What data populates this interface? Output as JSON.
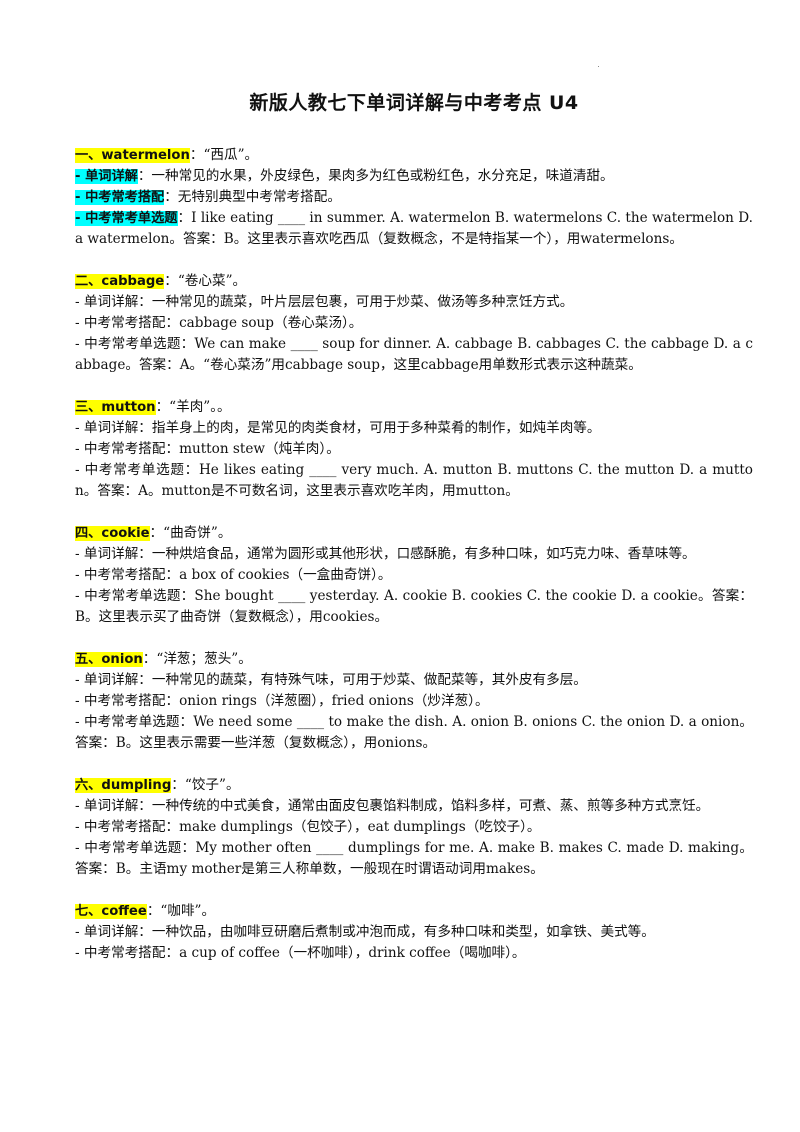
{
  "title": "新版人教七下单词详解与中考考点 U4",
  "entries": [
    {
      "head": "一、watermelon",
      "meaning": "：“西瓜”。",
      "lines": [
        {
          "label": "- 单词详解",
          "text": "：一种常见的水果，外皮绿色，果肉多为红色或粉红色，水分充足，味道清甜。"
        },
        {
          "label": "- 中考常考搭配",
          "text": "：无特别典型中考常考搭配。"
        },
        {
          "label": "- 中考常考单选题",
          "text": "：I like eating ____ in summer. A. watermelon  B. watermelons  C. the watermelon  D. a watermelon。答案：B。这里表示喜欢吃西瓜（复数概念，不是特指某一个），用watermelons。"
        }
      ]
    },
    {
      "head": "二、cabbage",
      "meaning": "：“卷心菜”。",
      "lines": [
        {
          "label": "",
          "text": "- 单词详解：一种常见的蔬菜，叶片层层包裹，可用于炒菜、做汤等多种烹饪方式。"
        },
        {
          "label": "",
          "text": "- 中考常考搭配：cabbage soup（卷心菜汤）。"
        },
        {
          "label": "",
          "text": "- 中考常考单选题：We can make ____ soup for dinner. A. cabbage  B. cabbages  C. the cabbage  D. a cabbage。答案：A。“卷心菜汤”用cabbage soup，这里cabbage用单数形式表示这种蔬菜。"
        }
      ]
    },
    {
      "head": "三、mutton",
      "meaning": "：“羊肉”。。",
      "lines": [
        {
          "label": "",
          "text": "- 单词详解：指羊身上的肉，是常见的肉类食材，可用于多种菜肴的制作，如炖羊肉等。"
        },
        {
          "label": "",
          "text": "- 中考常考搭配：mutton stew（炖羊肉）。"
        },
        {
          "label": "",
          "text": "- 中考常考单选题：He likes eating ____ very much. A. mutton  B. muttons  C. the mutton  D. a mutton。答案：A。mutton是不可数名词，这里表示喜欢吃羊肉，用mutton。"
        }
      ]
    },
    {
      "head": "四、cookie",
      "meaning": "：“曲奇饼”。",
      "lines": [
        {
          "label": "",
          "text": "- 单词详解：一种烘焙食品，通常为圆形或其他形状，口感酥脆，有多种口味，如巧克力味、香草味等。"
        },
        {
          "label": "",
          "text": "- 中考常考搭配：a box of cookies（一盒曲奇饼）。"
        },
        {
          "label": "",
          "text": "- 中考常考单选题：She bought ____ yesterday. A. cookie  B. cookies  C. the cookie  D. a cookie。答案：B。这里表示买了曲奇饼（复数概念），用cookies。"
        }
      ]
    },
    {
      "head": "五、onion",
      "meaning": "：“洋葱；葱头”。",
      "lines": [
        {
          "label": "",
          "text": "- 单词详解：一种常见的蔬菜，有特殊气味，可用于炒菜、做配菜等，其外皮有多层。"
        },
        {
          "label": "",
          "text": "- 中考常考搭配：onion rings（洋葱圈），fried onions（炒洋葱）。"
        },
        {
          "label": "",
          "text": "- 中考常考单选题：We need some ____ to make the dish. A. onion  B. onions  C. the onion  D. a onion。答案：B。这里表示需要一些洋葱（复数概念），用onions。"
        }
      ]
    },
    {
      "head": "六、dumpling",
      "meaning": "：“饺子”。",
      "lines": [
        {
          "label": "",
          "text": "- 单词详解：一种传统的中式美食，通常由面皮包裹馅料制成，馅料多样，可煮、蒸、煎等多种方式烹饪。"
        },
        {
          "label": "",
          "text": "- 中考常考搭配：make dumplings（包饺子），eat dumplings（吃饺子）。"
        },
        {
          "label": "",
          "text": "- 中考常考单选题：My mother often ____ dumplings for me. A. make  B. makes  C. made  D. making。答案：B。主语my mother是第三人称单数，一般现在时谓语动词用makes。"
        }
      ]
    },
    {
      "head": "七、coffee",
      "meaning": "：“咖啡”。",
      "lines": [
        {
          "label": "",
          "text": "- 单词详解：一种饮品，由咖啡豆研磨后煮制或冲泡而成，有多种口味和类型，如拿铁、美式等。"
        },
        {
          "label": "",
          "text": "- 中考常考搭配：a cup of coffee（一杯咖啡），drink coffee（喝咖啡）。"
        }
      ]
    }
  ]
}
